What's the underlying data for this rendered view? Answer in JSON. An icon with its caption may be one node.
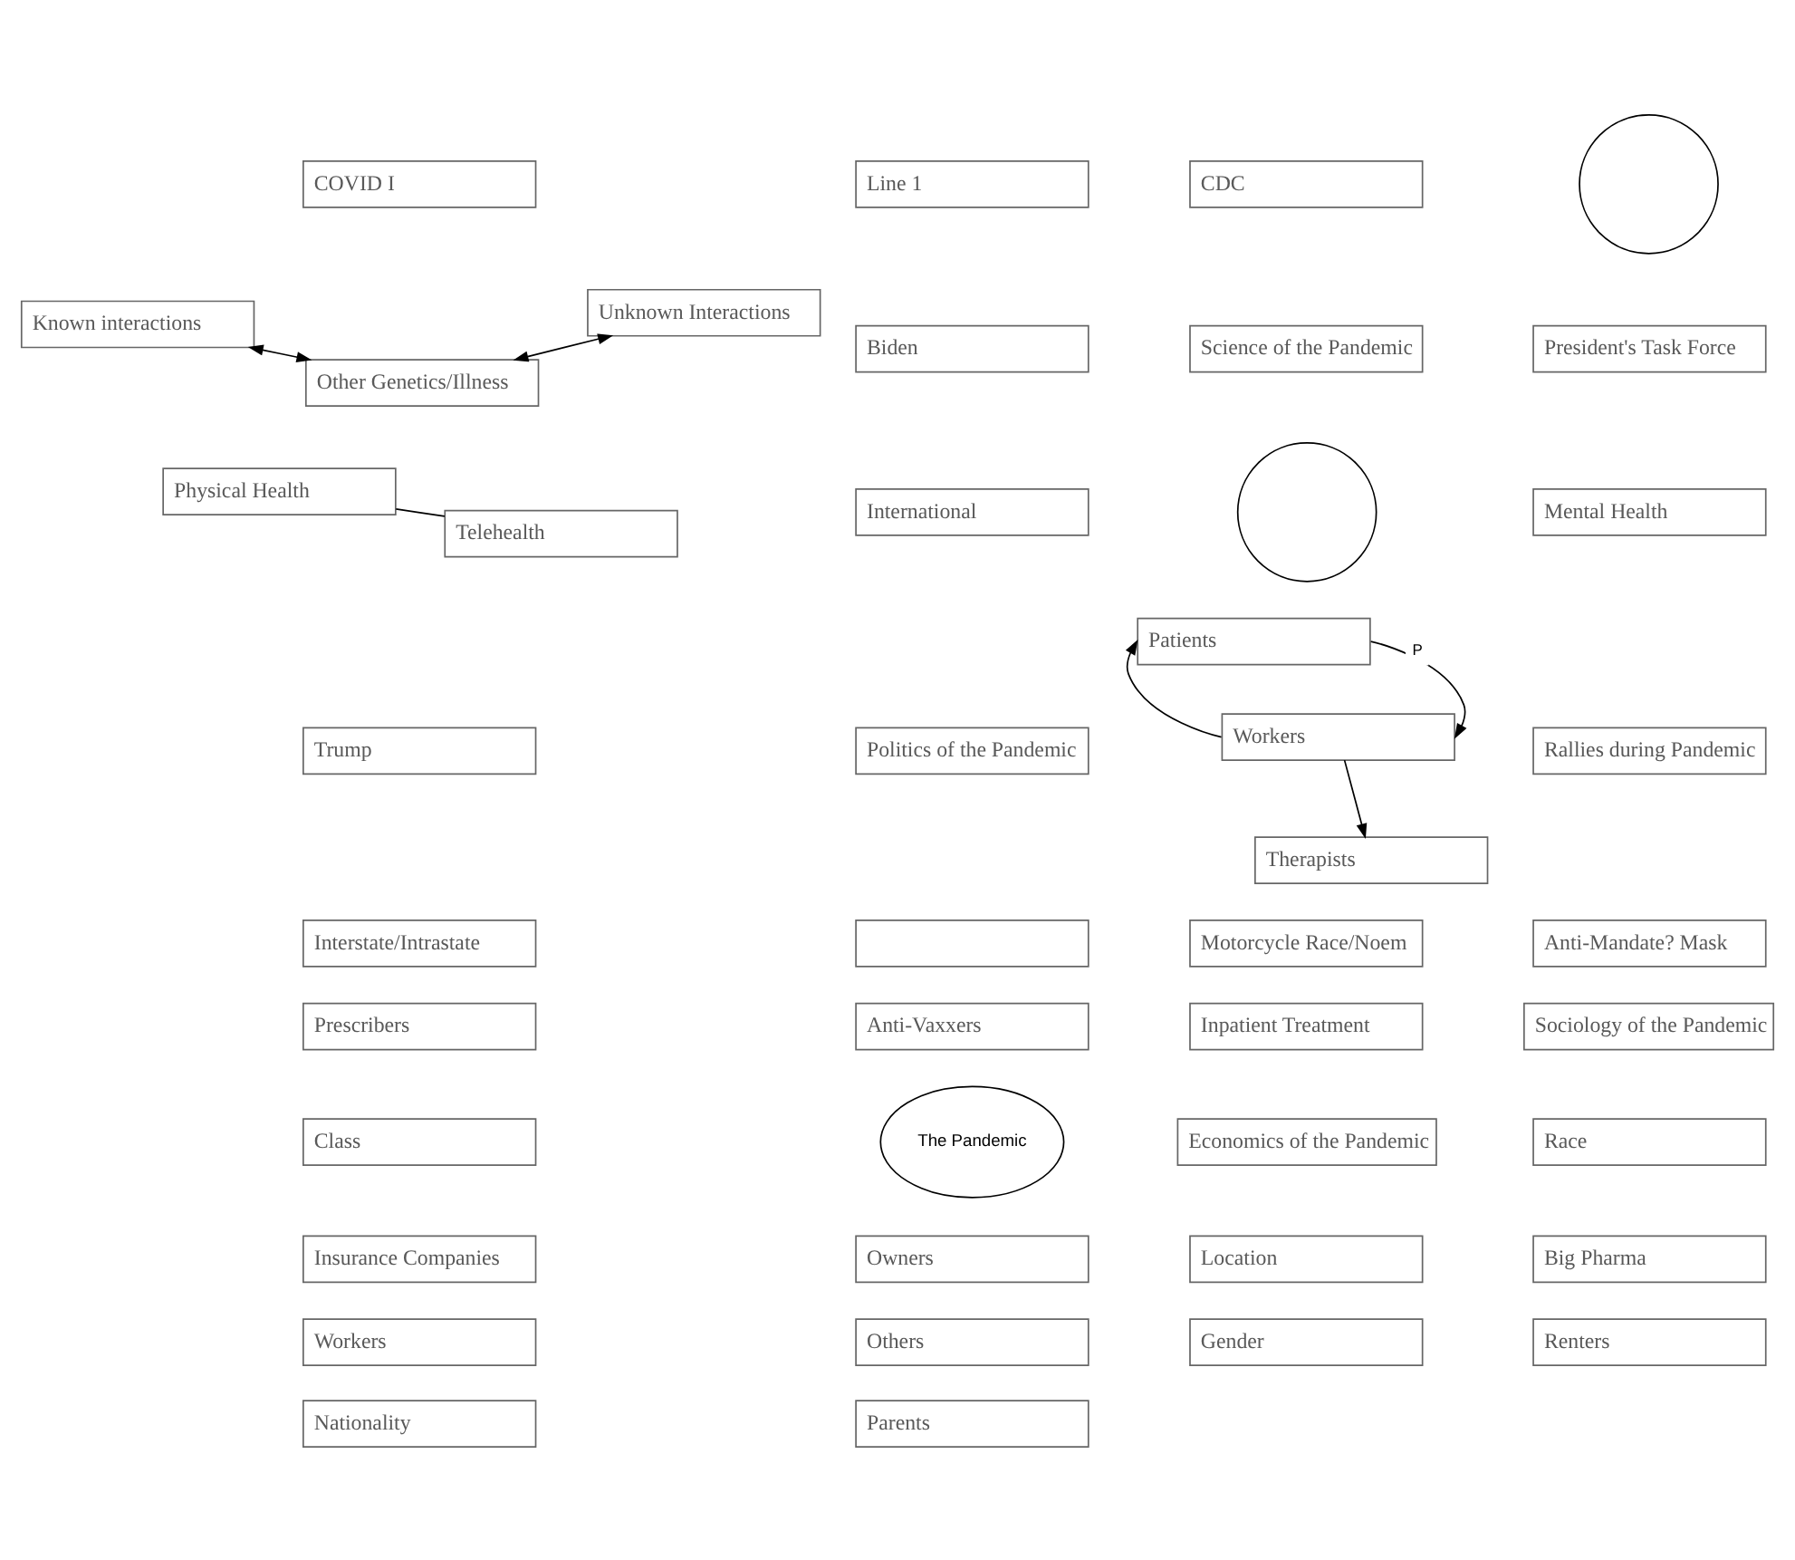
{
  "diagram": {
    "nodes": [
      {
        "text": [
          "COVID I"
        ]
      },
      {
        "text": [
          "Line 1"
        ]
      },
      {
        "text": [
          "CDC"
        ]
      },
      {
        "text": [],
        "shape": "circle"
      },
      {
        "text": [
          "Known interactions"
        ]
      },
      {
        "text": [
          "Unknown Interactions"
        ]
      },
      {
        "text": [
          "Biden"
        ]
      },
      {
        "text": [
          "Science of the Pandemic"
        ]
      },
      {
        "text": [
          "Other Genetics/Illness"
        ]
      },
      {
        "text": [
          "President's Task Force"
        ]
      },
      {
        "text": [
          "Physical Health"
        ]
      },
      {
        "text": [
          "International"
        ]
      },
      {
        "text": [],
        "shape": "circle"
      },
      {
        "text": [
          "Mental Health"
        ]
      },
      {
        "text": [
          "Trump"
        ]
      },
      {
        "text": [
          "Politics of the Pandemic"
        ]
      },
      {
        "text": [
          "Patients"
        ]
      },
      {
        "text": [
          "Telehealth"
        ]
      },
      {
        "text": [
          "Rallies during Pandemic"
        ]
      },
      {
        "text": [
          "Workers"
        ]
      },
      {
        "text": [
          "Interstate/Intrastate"
        ]
      },
      {
        "text": [],
        "shape": "box"
      },
      {
        "text": [
          "Motorcycle Race/Noem"
        ]
      },
      {
        "text": [
          "Anti-Mandate? Mask"
        ]
      },
      {
        "text": [
          "Prescribers"
        ]
      },
      {
        "text": [
          "Anti-Vaxxers"
        ]
      },
      {
        "text": [
          "Inpatient Treatment"
        ]
      },
      {
        "text": [
          "Therapists"
        ]
      },
      {
        "text": [
          "Sociology of the Pandemic"
        ]
      },
      {
        "text": [
          "Class"
        ]
      },
      {
        "text": [
          "The Pandemic"
        ]
      },
      {
        "text": [
          "Economics of the Pandemic"
        ]
      },
      {
        "text": [
          "Race"
        ]
      },
      {
        "text": [
          "Insurance Companies"
        ]
      },
      {
        "text": [
          "Owners"
        ]
      },
      {
        "text": [
          "Location"
        ]
      },
      {
        "text": [
          "Big Pharma"
        ]
      },
      {
        "text": [
          "Workers"
        ]
      },
      {
        "text": [
          "Others"
        ]
      },
      {
        "text": [
          "Gender"
        ]
      },
      {
        "text": [
          "Renters"
        ]
      },
      {
        "text": [
          "Nationality"
        ]
      },
      {
        "text": [
          "Parents"
        ]
      }
    ],
    "edges": [
      {
        "from": 4,
        "to": 8,
        "arrow": "both"
      },
      {
        "from": 8,
        "to": 5,
        "arrow": "both"
      },
      {
        "from": 10,
        "to": 17,
        "arrow": "none"
      },
      {
        "from": 16,
        "to": 19,
        "arrow": "to",
        "label": "P"
      },
      {
        "from": 19,
        "to": 16,
        "arrow": "to"
      },
      {
        "from": 19,
        "to": 27,
        "arrow": "to"
      }
    ]
  }
}
